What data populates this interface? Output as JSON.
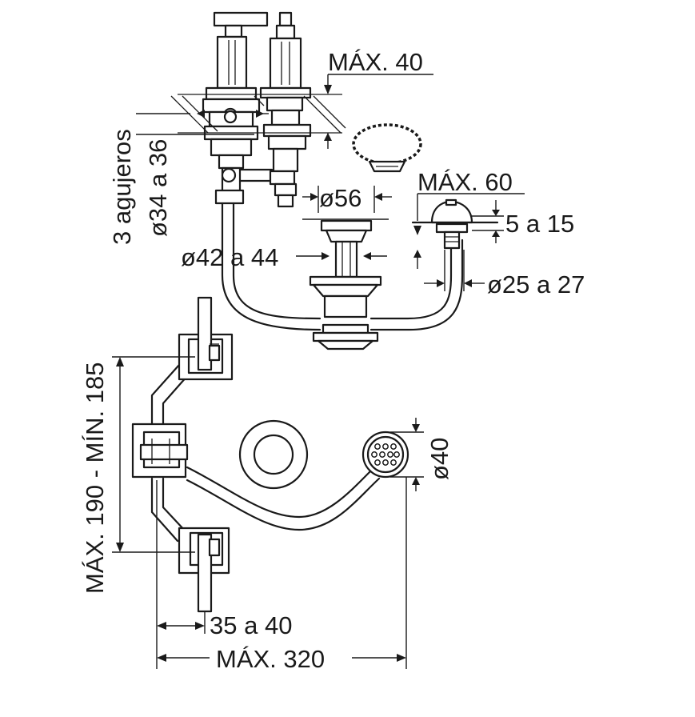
{
  "labels": {
    "max_40": "MÁX. 40",
    "max_60": "MÁX. 60",
    "holes_line1": "3 agujeros",
    "holes_line2": "ø34 a 36",
    "dia_56": "ø56",
    "dia_42_44": "ø42 a 44",
    "range_5_15": "5 a 15",
    "dia_25_27": "ø25 a 27",
    "max_190_min_185": "MÁX. 190 - MÍN. 185",
    "dia_40": "ø40",
    "range_35_40": "35 a 40",
    "max_320": "MÁX. 320"
  }
}
